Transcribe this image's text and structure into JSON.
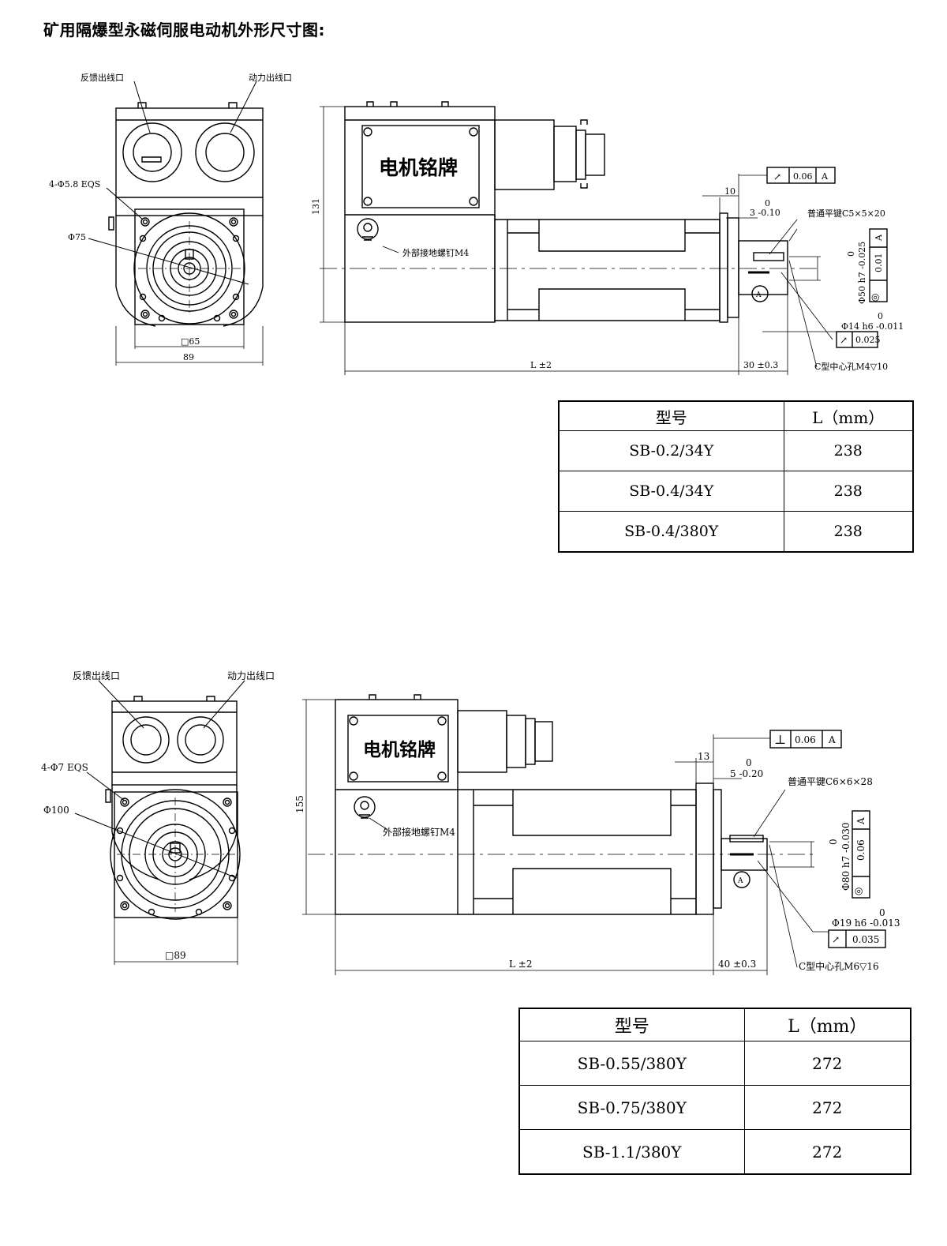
{
  "page_title": "矿用隔爆型永磁伺服电动机外形尺寸图:",
  "drawing1": {
    "feedback_port": "反馈出线口",
    "power_port": "动力出线口",
    "holes": "4-Φ5.8 EQS",
    "pcd": "Φ75",
    "flange_square": "□65",
    "width": "89",
    "height": "131",
    "nameplate": "电机铭牌",
    "ground_screw": "外部接地螺钉M4",
    "dim_10": "10",
    "tol_0": "0",
    "tol_key_width": "3 -0.10",
    "key": "普通平键C5×5×20",
    "runout_value": "0.06",
    "datum": "A",
    "spigot_tol_upper": "0",
    "spigot_dim": "Φ50 h7 -0.025",
    "spigot_geo": "0.01",
    "shaft_tol_upper": "0",
    "shaft_dim": "Φ14 h6 -0.011",
    "shaft_runout": "0.025",
    "length": "L ±2",
    "shaft_len": "30 ±0.3",
    "center_hole": "C型中心孔M4▽10"
  },
  "table1": {
    "header_model": "型号",
    "header_length": "L（mm）",
    "rows": [
      {
        "model": "SB-0.2/34Y",
        "length": "238"
      },
      {
        "model": "SB-0.4/34Y",
        "length": "238"
      },
      {
        "model": "SB-0.4/380Y",
        "length": "238"
      }
    ]
  },
  "drawing2": {
    "feedback_port": "反馈出线口",
    "power_port": "动力出线口",
    "holes": "4-Φ7 EQS",
    "pcd": "Φ100",
    "flange_square": "□89",
    "height": "155",
    "nameplate": "电机铭牌",
    "ground_screw": "外部接地螺钉M4",
    "dim_13": "13",
    "tol_0": "0",
    "tol_key_width": "5 -0.20",
    "key": "普通平键C6×6×28",
    "perp_symbol": "⊥",
    "perp_value": "0.06",
    "datum": "A",
    "spigot_tol_upper": "0",
    "spigot_dim": "Φ80 h7 -0.030",
    "spigot_geo": "0.06",
    "shaft_tol_upper": "0",
    "shaft_dim": "Φ19 h6 -0.013",
    "shaft_runout": "0.035",
    "length": "L ±2",
    "shaft_len": "40 ±0.3",
    "center_hole": "C型中心孔M6▽16"
  },
  "table2": {
    "header_model": "型号",
    "header_length": "L（mm）",
    "rows": [
      {
        "model": "SB-0.55/380Y",
        "length": "272"
      },
      {
        "model": "SB-0.75/380Y",
        "length": "272"
      },
      {
        "model": "SB-1.1/380Y",
        "length": "272"
      }
    ]
  }
}
